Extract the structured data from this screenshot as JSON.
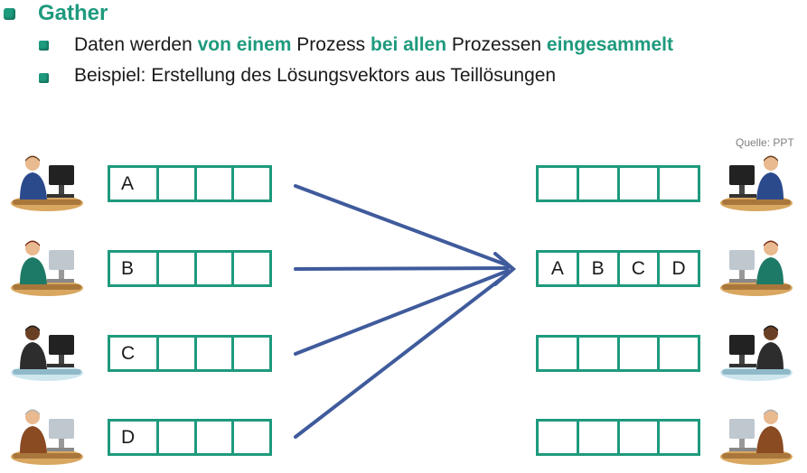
{
  "heading": "Gather",
  "lines": [
    {
      "p1": "Daten werden ",
      "b1": "von einem",
      "p2": " Prozess ",
      "b2": "bei allen",
      "p3": " Prozessen ",
      "b3": "eingesammelt"
    },
    {
      "text": "Beispiel: Erstellung des Lösungsvektors aus Teillösungen"
    }
  ],
  "source": "Quelle: PPT",
  "left_vectors": [
    [
      "A",
      "",
      "",
      ""
    ],
    [
      "B",
      "",
      "",
      ""
    ],
    [
      "C",
      "",
      "",
      ""
    ],
    [
      "D",
      "",
      "",
      ""
    ]
  ],
  "right_vectors": [
    [
      "",
      "",
      "",
      ""
    ],
    [
      "A",
      "B",
      "C",
      "D"
    ],
    [
      "",
      "",
      "",
      ""
    ],
    [
      "",
      "",
      "",
      ""
    ]
  ],
  "colors": {
    "accent": "#1e9a7d",
    "arrow": "#3f5b9c"
  },
  "people": [
    "person-icon",
    "person-icon",
    "person-icon",
    "person-icon"
  ]
}
